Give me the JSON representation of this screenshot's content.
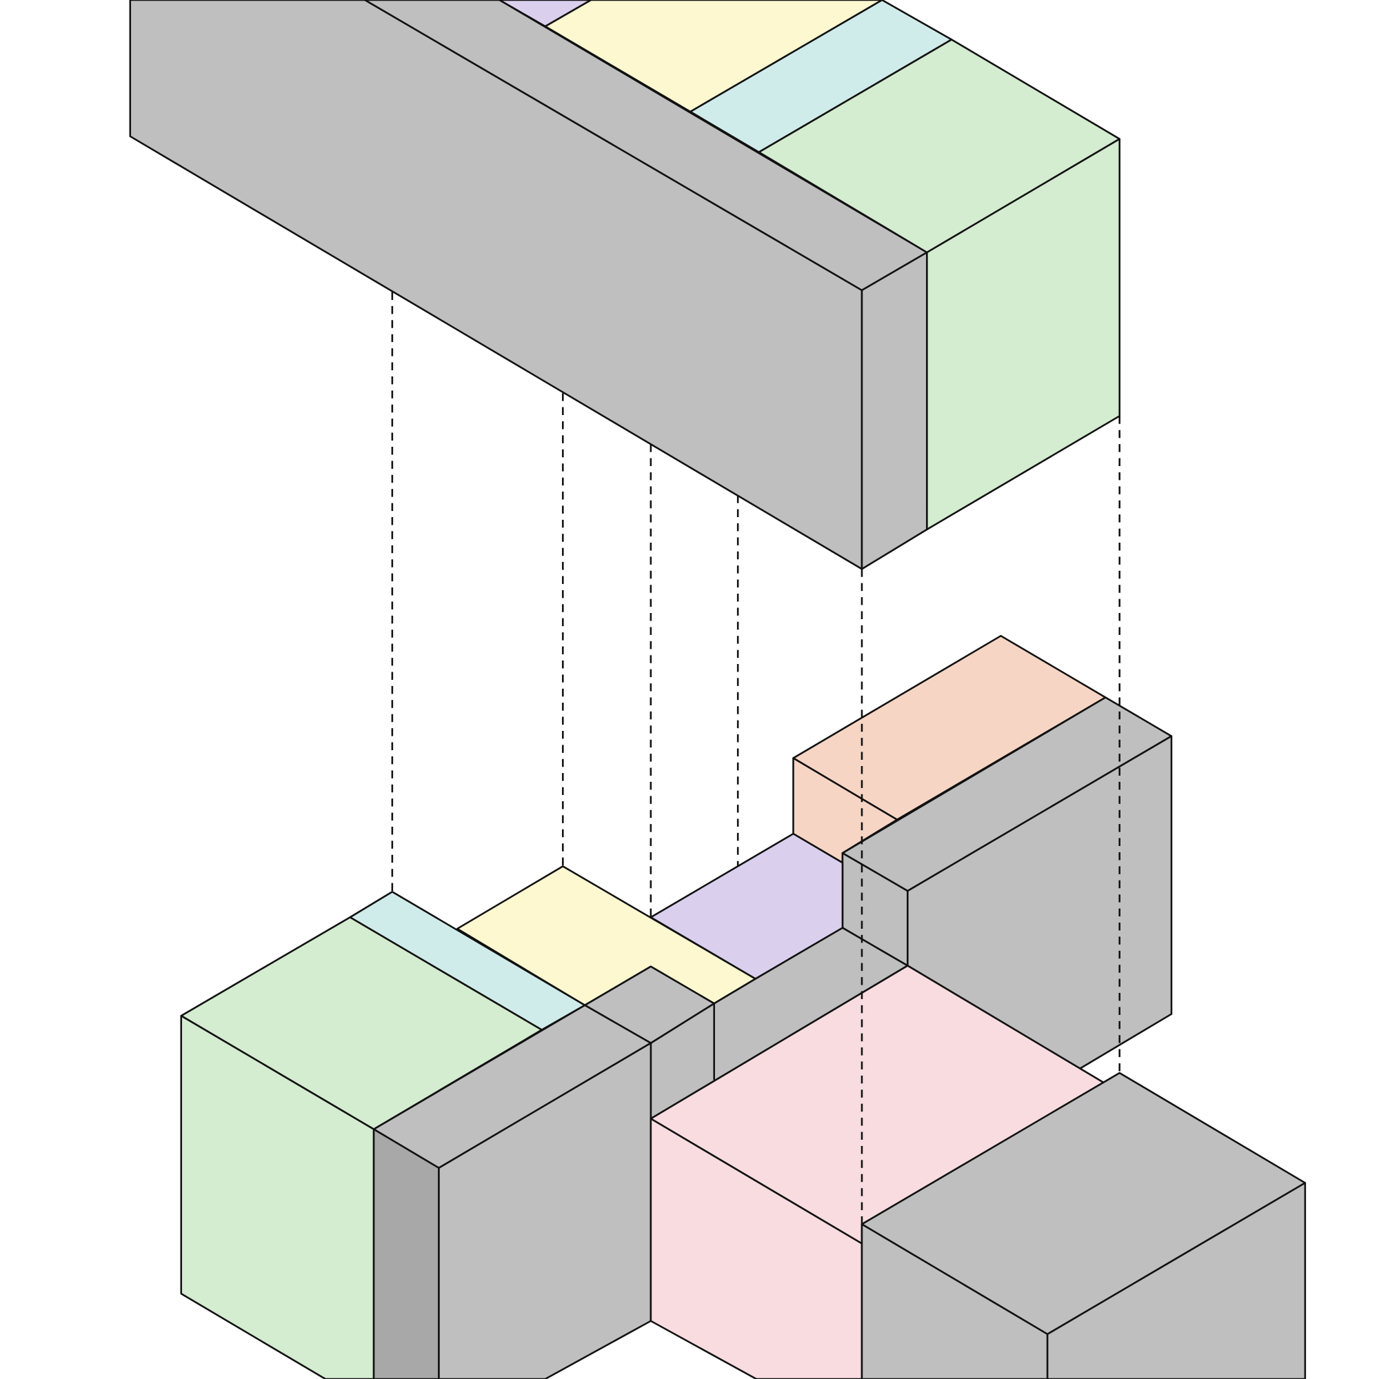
{
  "diagram": {
    "type": "exploded-isometric-blocks",
    "colors": {
      "gray": "#bfbfbf",
      "gray_dark": "#a8a8a8",
      "green": "#d4ecd0",
      "cyan": "#d0ecea",
      "yellow": "#fdf8d0",
      "purple": "#dad0ee",
      "orange": "#f7d5c4",
      "pink": "#f8dcdf",
      "stroke": "#111111"
    },
    "upper_assembly": [
      "gray-bar",
      "purple-strip",
      "yellow-strip",
      "cyan-strip",
      "green-block"
    ],
    "lower_assembly": [
      "green-block",
      "cyan-strip",
      "yellow-strip",
      "purple-strip",
      "orange-block",
      "gray-blocks",
      "pink-block"
    ]
  }
}
